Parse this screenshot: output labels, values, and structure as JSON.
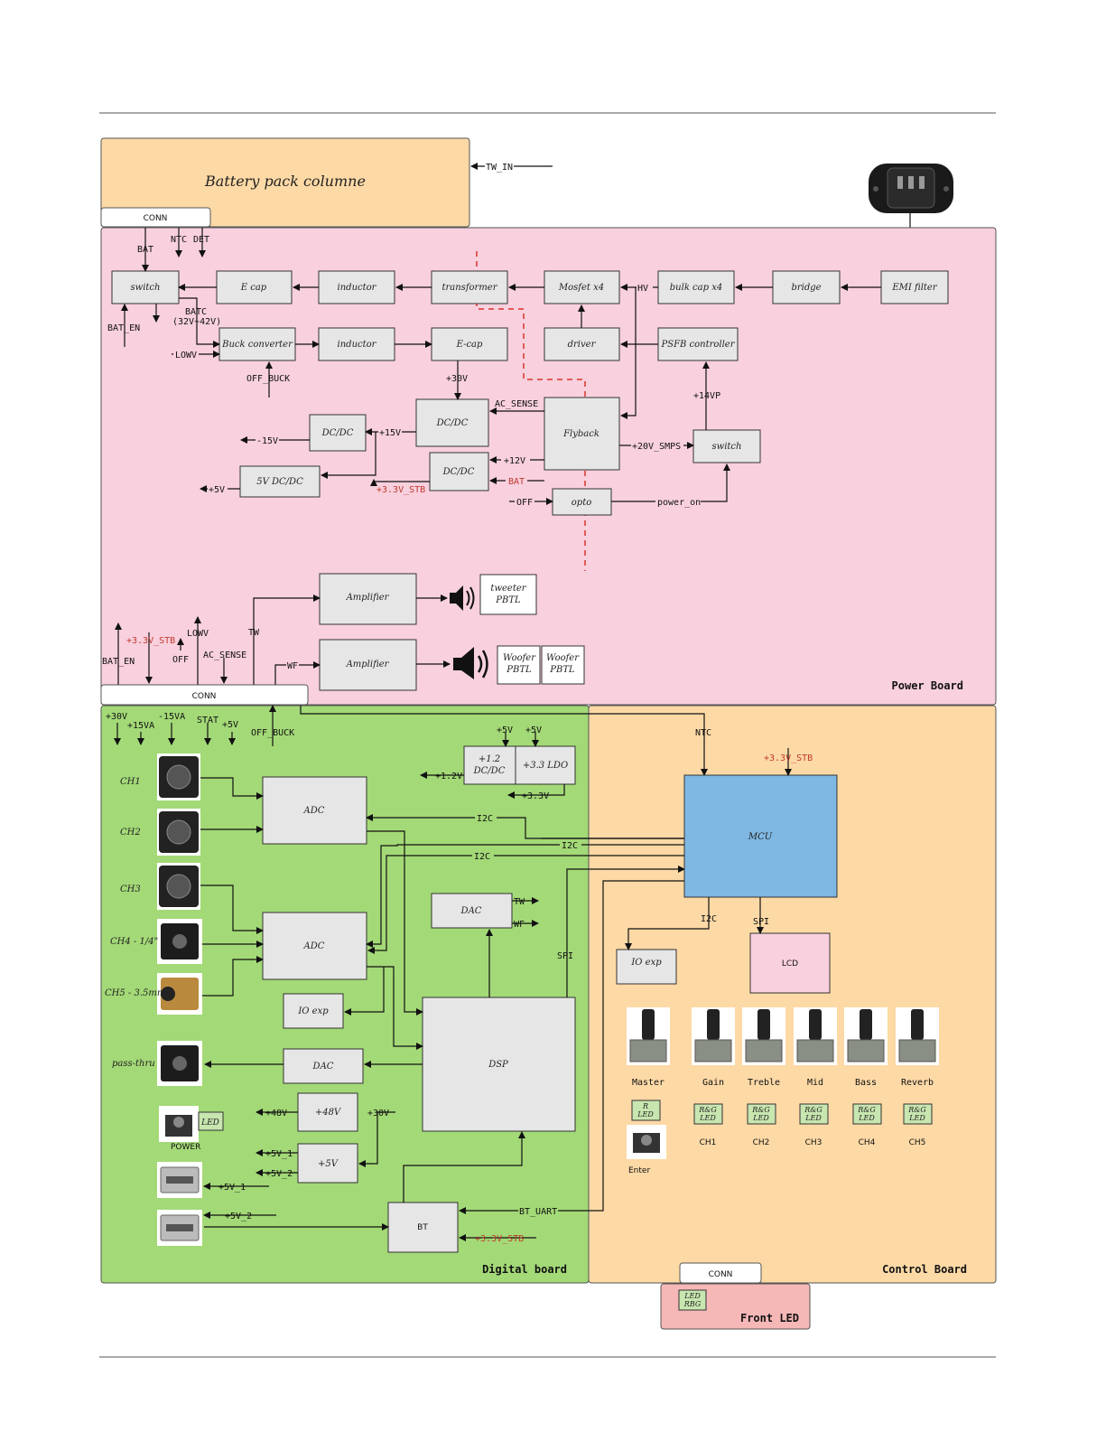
{
  "colors": {
    "power_board": "#f8d0de",
    "digital_board": "#a3d977",
    "control_board": "#fdd9a6",
    "battery": "#fdd9a6",
    "front_led": "#f6b7b7",
    "block": "#e6e6e6",
    "mcu": "#7fb8e3",
    "lcd": "#f8d0de",
    "led": "#c8e6b0",
    "red_text": "#c0392b",
    "dashed": "#d9342b"
  },
  "battery": {
    "title": "Battery pack columne",
    "conn": "CONN",
    "tw_in": "TW_IN"
  },
  "boards": {
    "power": "Power Board",
    "digital": "Digital board",
    "control": "Control Board",
    "front": "Front LED"
  },
  "conn": "CONN",
  "power": {
    "blocks": {
      "switch1": "switch",
      "ecap": "E cap",
      "inductor1": "inductor",
      "transformer": "transformer",
      "mosfet": "Mosfet x4",
      "bulkcap": "bulk cap x4",
      "bridge": "bridge",
      "emi": "EMI filter",
      "buck": "Buck converter",
      "inductor2": "inductor",
      "ecap2": "E-cap",
      "driver": "driver",
      "psfb": "PSFB controller",
      "dcdc_mid": "DC/DC",
      "dcdc_left": "DC/DC",
      "dcdc_low": "DC/DC",
      "flyback": "Flyback",
      "switch2": "switch",
      "dc5v": "5V DC/DC",
      "opto": "opto",
      "amp1": "Amplifier",
      "amp2": "Amplifier",
      "tweeter": [
        "tweeter",
        "PBTL"
      ],
      "woofer1": [
        "Woofer",
        "PBTL"
      ],
      "woofer2": [
        "Woofer",
        "PBTL"
      ]
    },
    "labels": {
      "bat": "BAT",
      "ntc": "NTC",
      "det": "DET",
      "bat_en": "BAT_EN",
      "batc": "BATC",
      "batc_range": "(32V~42V)",
      "lowv": "LOWV",
      "off_buck": "OFF_BUCK",
      "v30": "+30V",
      "ac_sense": "AC_SENSE",
      "v15": "+15V",
      "vm15": "-15V",
      "v5": "+5V",
      "v12": "+12V",
      "bat2": "BAT",
      "stb": "+3.3V_STB",
      "off": "OFF",
      "power_on": "power_on",
      "v20": "+20V_SMPS",
      "v14": "+14VP",
      "hv": "HV",
      "bat_en2": "BAT_EN",
      "stb2": "+3.3V_STB",
      "off2": "OFF",
      "lowv2": "LOWV",
      "ac_sense2": "AC_SENSE",
      "tw": "TW",
      "wf": "WF"
    }
  },
  "digital": {
    "bus_labels": [
      "+30V",
      "+15VA",
      "-15VA",
      "STAT",
      "+5V",
      "OFF_BUCK"
    ],
    "channels": [
      "CH1",
      "CH2",
      "CH3",
      "CH4 - 1/4\"",
      "CH5 - 3.5mm",
      "pass-thru"
    ],
    "blocks": {
      "adc1": "ADC",
      "adc2": "ADC",
      "dc12": [
        "+1.2",
        "DC/DC"
      ],
      "ldo": "+3.3 LDO",
      "dac1": "DAC",
      "ioexp": "IO exp",
      "dac2": "DAC",
      "dsp": "DSP",
      "p48": "+48V",
      "p5": "+5V",
      "bt": "BT",
      "led": "LED"
    },
    "labels": {
      "v5a": "+5V",
      "v5b": "+5V",
      "v12": "+1.2V",
      "v33": "+3.3V",
      "i2c1": "I2C",
      "i2c2": "I2C",
      "i2c3": "I2C",
      "tw": "TW",
      "wf": "WF",
      "spi": "SPI",
      "p48": "+48V",
      "p30": "+30V",
      "p5_1": "+5V_1",
      "p5_2": "+5V_2",
      "usb1": "+5V_1",
      "usb2": "+5V_2",
      "bt_uart": "BT_UART",
      "bt_stb": "+3.3V_STB",
      "power": "POWER"
    }
  },
  "control": {
    "labels": {
      "ntc": "NTC",
      "stb": "+3.3V_STB",
      "mcu": "MCU",
      "i2c": "I2C",
      "spi": "SPI",
      "ioexp": "IO exp",
      "lcd": "LCD",
      "enter": "Enter"
    },
    "knobs": [
      "Master",
      "Gain",
      "Treble",
      "Mid",
      "Bass",
      "Reverb"
    ],
    "rled": [
      "R",
      "LED"
    ],
    "rgled": [
      "R&G",
      "LED"
    ],
    "channels": [
      "CH1",
      "CH2",
      "CH3",
      "CH4",
      "CH5"
    ],
    "front_led": [
      "LED",
      "RBG"
    ]
  }
}
